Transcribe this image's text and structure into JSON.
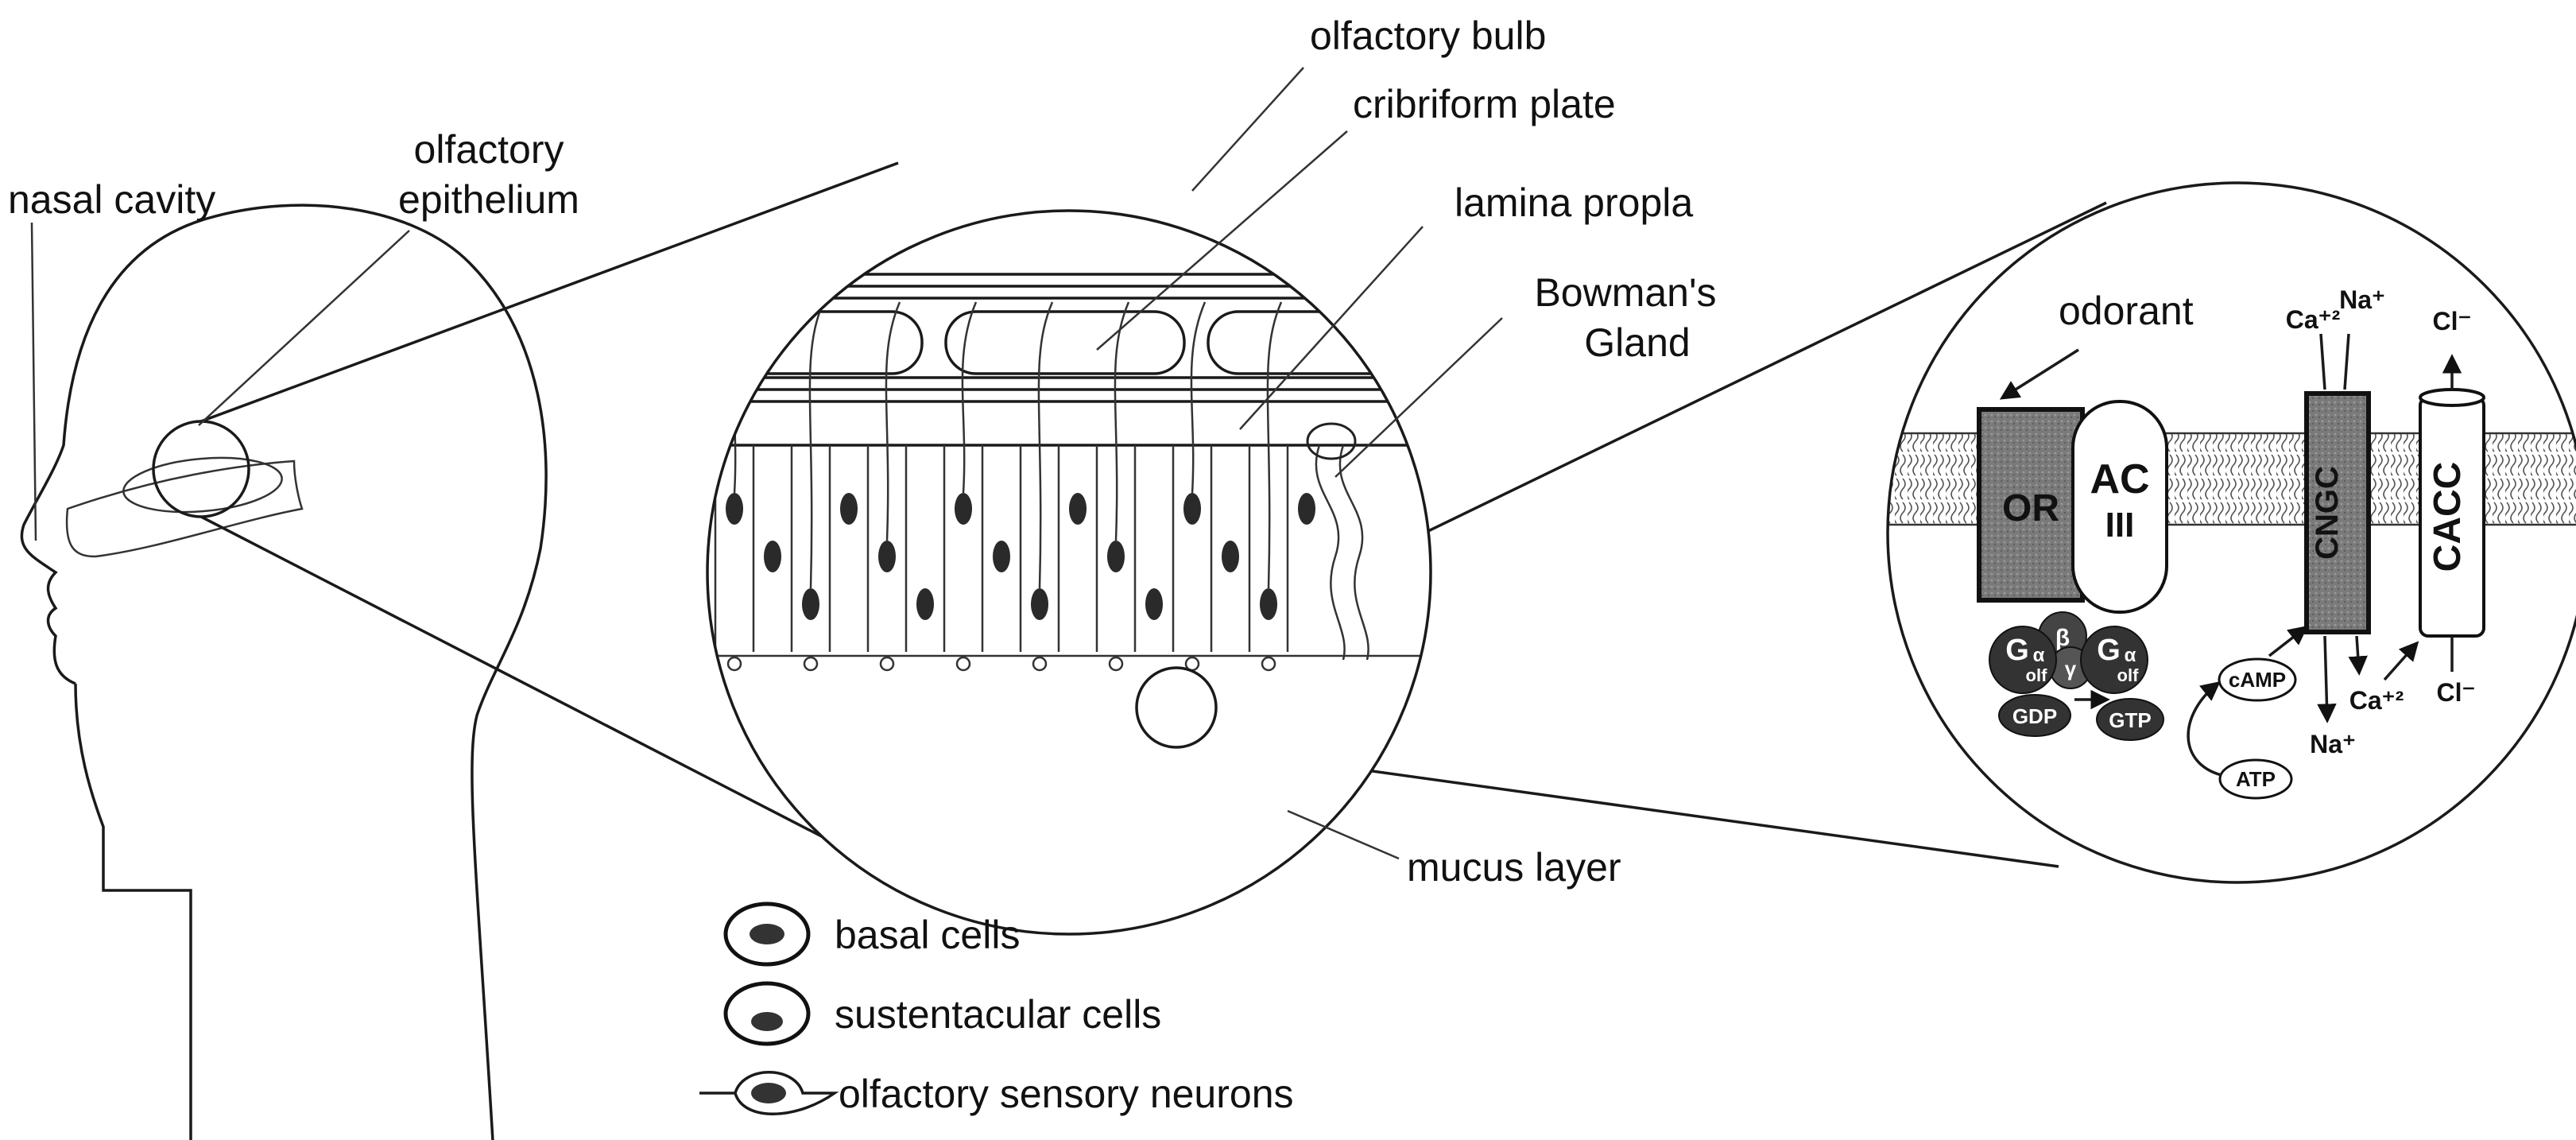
{
  "labels": {
    "nasal_cavity": "nasal cavity",
    "olfactory_epithelium_line1": "olfactory",
    "olfactory_epithelium_line2": "epithelium",
    "olfactory_bulb": "olfactory bulb",
    "cribriform_plate": "cribriform plate",
    "lamina_propla": "lamina propla",
    "bowmans_gland_line1": "Bowman's",
    "bowmans_gland_line2": "Gland",
    "mucus_layer": "mucus layer",
    "odorant": "odorant"
  },
  "legend": [
    {
      "label": "basal cells"
    },
    {
      "label": "sustentacular cells"
    },
    {
      "label": "olfactory sensory neurons"
    }
  ],
  "molecules": {
    "or": "OR",
    "ac_line1": "AC",
    "ac_line2": "III",
    "cngc": "CNGC",
    "cacc": "CACC",
    "g_alpha": "G",
    "alpha_sub": "α",
    "olf_sub": "olf",
    "beta": "β",
    "gamma": "γ",
    "gdp": "GDP",
    "gtp": "GTP",
    "camp": "cAMP",
    "atp": "ATP"
  },
  "ions": {
    "ca_top": "Ca⁺²",
    "na_top": "Na⁺",
    "cl_top": "Cl⁻",
    "na_bottom": "Na⁺",
    "ca_bottom": "Ca⁺²",
    "cl_bottom": "Cl⁻"
  }
}
